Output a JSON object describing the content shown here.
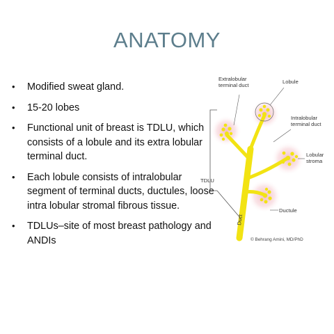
{
  "title": "ANATOMY",
  "bullets": [
    "Modified sweat gland.",
    "15-20 lobes",
    "Functional unit of breast is TDLU, which consists of a lobule and its extra lobular terminal duct.",
    "Each lobule consists of intralobular segment of terminal ducts, ductules, loose intra lobular stromal fibrous tissue.",
    "TDLUs–site of most breast pathology and ANDIs"
  ],
  "bullet_glyph": "•",
  "diagram": {
    "label_extralobular_1": "Extralobular",
    "label_extralobular_2": "terminal duct",
    "label_lobule": "Lobule",
    "label_intralobular_1": "Intralobular",
    "label_intralobular_2": "terminal duct",
    "label_stroma_1": "Lobular",
    "label_stroma_2": "stroma",
    "label_tdlu": "TDLU",
    "label_ductule": "Ductule",
    "label_duct": "Duct",
    "credit": "© Behrang Amini, MD/PhD"
  },
  "colors": {
    "title": "#5d7e8c",
    "duct": "#f2e313",
    "glow": "#f2b8c0"
  }
}
